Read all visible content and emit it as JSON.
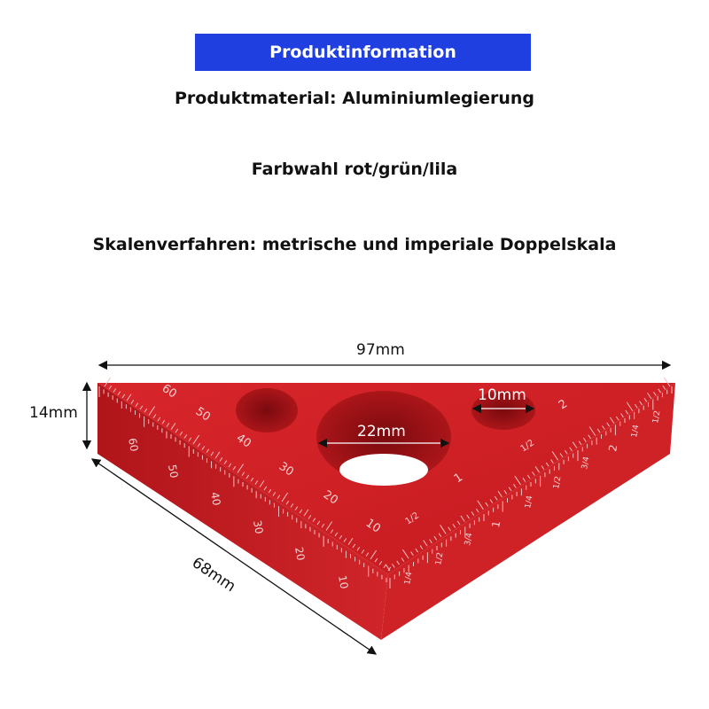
{
  "header": {
    "title": "Produktinformation"
  },
  "info": {
    "material": "Produktmaterial: Aluminiumlegierung",
    "colors": "Farbwahl rot/grün/lila",
    "scale": "Skalenverfahren: metrische und imperiale Doppelskala"
  },
  "dimensions": {
    "width": "97mm",
    "height": "14mm",
    "side": "68mm",
    "large_hole": "22mm",
    "small_hole": "10mm"
  },
  "scale_labels": {
    "metric_top": [
      "60",
      "50",
      "40",
      "30",
      "20",
      "10"
    ],
    "metric_side": [
      "60",
      "50",
      "40",
      "30",
      "20",
      "10"
    ],
    "imperial_top": [
      "2",
      "1/2",
      "1",
      "1/2"
    ],
    "imperial_side": [
      "1/4",
      "1/2",
      "3/4",
      "1",
      "1/4",
      "1/2",
      "3/4",
      "2",
      "1/4",
      "1/2"
    ]
  },
  "colors": {
    "product": "#c81c20",
    "banner": "#1f3fe0"
  }
}
